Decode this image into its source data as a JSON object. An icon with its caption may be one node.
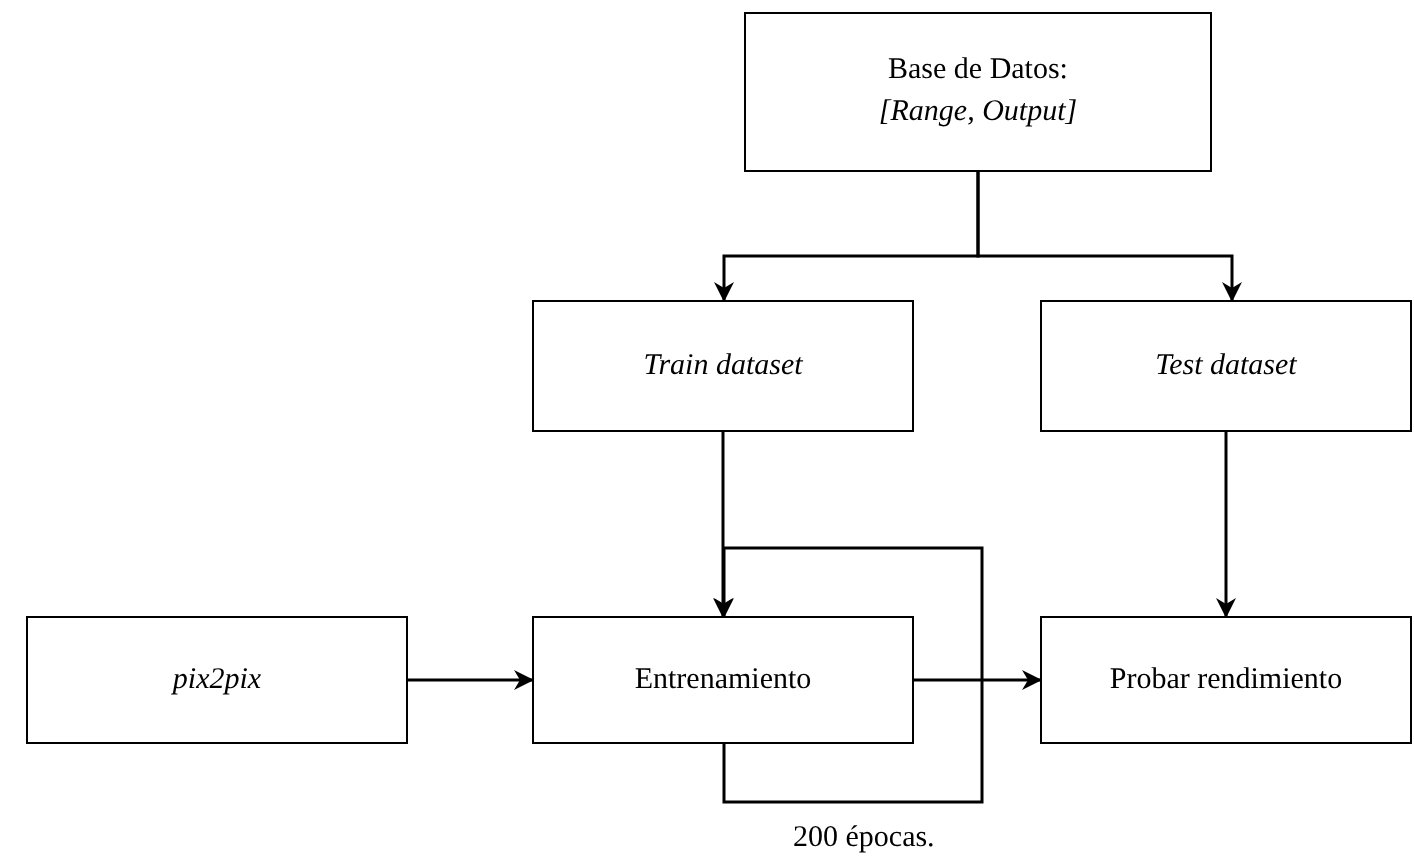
{
  "diagram": {
    "nodes": [
      {
        "text": [
          "Base de Datos:",
          "[Range, Output]"
        ]
      },
      {
        "text": [
          "Train dataset"
        ]
      },
      {
        "text": [
          "Test dataset"
        ]
      },
      {
        "text": [
          "pix2pix"
        ]
      },
      {
        "text": [
          "Entrenamiento"
        ]
      },
      {
        "text": [
          "Probar rendimiento"
        ]
      }
    ],
    "edges": [
      {
        "from": 0,
        "to": 1,
        "arrow": "to"
      },
      {
        "from": 0,
        "to": 2,
        "arrow": "to"
      },
      {
        "from": 1,
        "to": 4,
        "arrow": "to"
      },
      {
        "from": 2,
        "to": 5,
        "arrow": "to"
      },
      {
        "from": 3,
        "to": 4,
        "arrow": "to"
      },
      {
        "from": 4,
        "to": 4,
        "arrow": "to",
        "label": "200 épocas."
      },
      {
        "from": 4,
        "to": 5,
        "arrow": "to"
      }
    ]
  }
}
